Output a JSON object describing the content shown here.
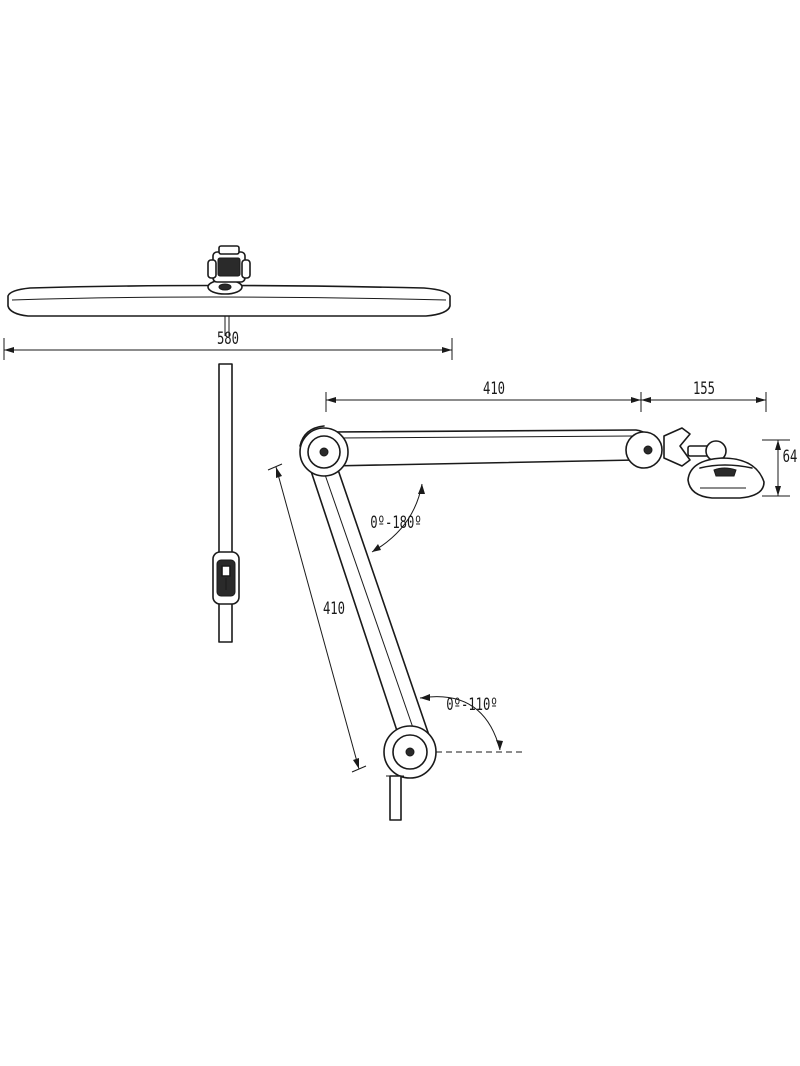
{
  "dimensions": {
    "head_width": "580",
    "arm_upper_length": "410",
    "head_reach": "155",
    "head_height": "64",
    "arm_lower_length": "410"
  },
  "angles": {
    "upper_joint": "0º-180º",
    "lower_joint": "0º-110º"
  },
  "colors": {
    "line": "#1a1a1a",
    "background": "#ffffff"
  }
}
